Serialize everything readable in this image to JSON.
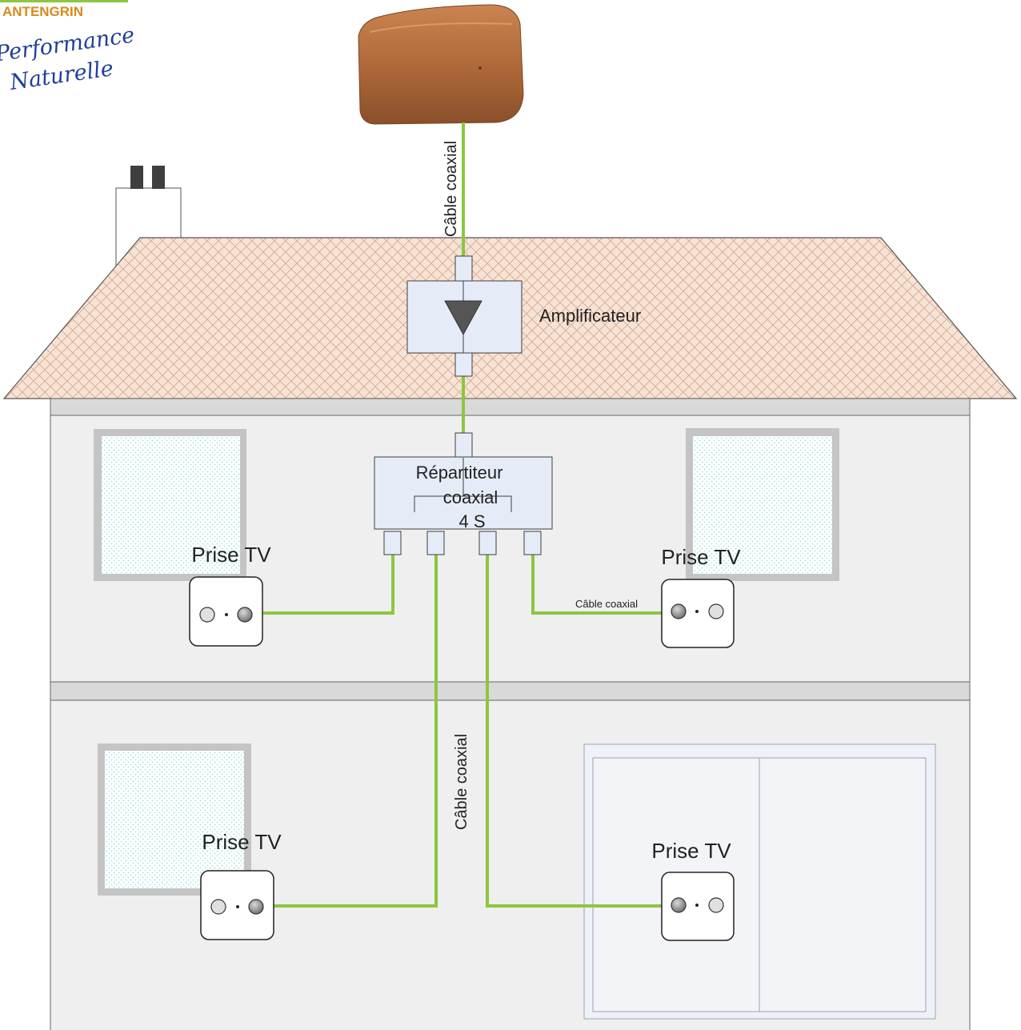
{
  "logo": {
    "brand": "ANTENGRIN",
    "tagline_line1": "Performance",
    "tagline_line2": "Naturelle",
    "brand_color": "#d98a1a",
    "script_color": "#1f3f9a"
  },
  "labels": {
    "antenna_cable": "Câble coaxial",
    "amplifier": "Amplificateur",
    "splitter_line1": "Répartiteur",
    "splitter_line2": "coaxial",
    "splitter_line3": "4 S",
    "vertical_cable": "Câble coaxial",
    "small_cable": "Câble coaxial",
    "outlet_top_left": "Prise TV",
    "outlet_top_right": "Prise TV",
    "outlet_bottom_left": "Prise TV",
    "outlet_bottom_right": "Prise TV"
  },
  "colors": {
    "cable": "#8dc63f",
    "roof_fill": "#f6e3d6",
    "roof_pattern": "#d9a98c",
    "wall": "#efefef",
    "window_frame": "#c4c4c4",
    "window_glass_dots": "#9fe0e0",
    "device_fill": "#e6ecf7",
    "antenna": "#b06a3a"
  },
  "icons": {
    "amplifier": "triangle-amplifier-icon",
    "outlet": "coax-outlet-icon",
    "antenna": "tv-antenna-icon"
  }
}
